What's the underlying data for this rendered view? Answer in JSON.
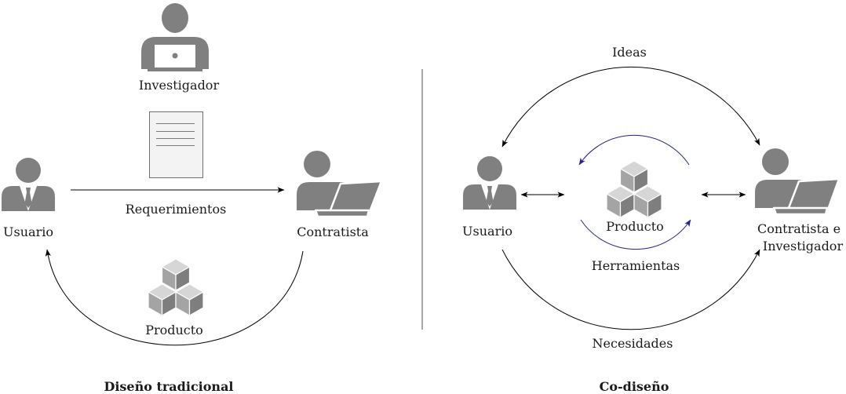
{
  "left_panel": {
    "title": "Diseño tradicional",
    "investigador_label": "Investigador",
    "requerimientos_label": "Requerimientos",
    "usuario_label": "Usuario",
    "contratista_label": "Contratista",
    "producto_label": "Producto"
  },
  "right_panel": {
    "title": "Co-diseño",
    "ideas_label": "Ideas",
    "usuario_label": "Usuario",
    "producto_label": "Producto",
    "herramientas_label": "Herramientas",
    "contratista_label_line1": "Contratista e",
    "contratista_label_line2": "Investigador",
    "necesidades_label": "Necesidades"
  },
  "icons": {
    "investigador": "researcher-laptop-icon",
    "usuario": "user-tie-icon",
    "contratista": "person-laptop-icon",
    "requerimientos": "document-icon",
    "producto": "cubes-icon"
  },
  "colors": {
    "icon": "#808080",
    "text": "#1a1a1a",
    "arrow": "#000000",
    "cycle_arrow": "#23238e",
    "divider": "#6f6f6f"
  }
}
